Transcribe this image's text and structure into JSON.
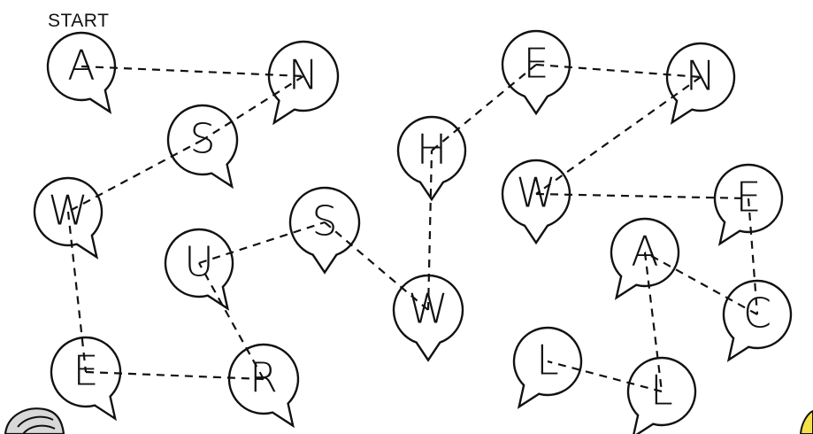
{
  "puzzle": {
    "start_label": "START",
    "bubbles": [
      {
        "id": "b1",
        "letter": "A"
      },
      {
        "id": "b2",
        "letter": "N"
      },
      {
        "id": "b3",
        "letter": "S"
      },
      {
        "id": "b4",
        "letter": "W"
      },
      {
        "id": "b5",
        "letter": "E"
      },
      {
        "id": "b6",
        "letter": "R"
      },
      {
        "id": "b7",
        "letter": "U"
      },
      {
        "id": "b8",
        "letter": "S"
      },
      {
        "id": "b9",
        "letter": "W"
      },
      {
        "id": "b10",
        "letter": "H"
      },
      {
        "id": "b11",
        "letter": "E"
      },
      {
        "id": "b12",
        "letter": "N"
      },
      {
        "id": "b13",
        "letter": "W"
      },
      {
        "id": "b14",
        "letter": "E"
      },
      {
        "id": "b15",
        "letter": "C"
      },
      {
        "id": "b16",
        "letter": "A"
      },
      {
        "id": "b17",
        "letter": "L"
      },
      {
        "id": "b18",
        "letter": "L"
      }
    ],
    "path_order": [
      "b1",
      "b2",
      "b3",
      "b4",
      "b5",
      "b6",
      "b7",
      "b8",
      "b9",
      "b10",
      "b11",
      "b12",
      "b13",
      "b14",
      "b15",
      "b16",
      "b17",
      "b18"
    ]
  },
  "colors": {
    "ink": "#111111",
    "background": "#ffffff",
    "corner_left": "#d8d8d8",
    "corner_right": "#f3e14a"
  }
}
